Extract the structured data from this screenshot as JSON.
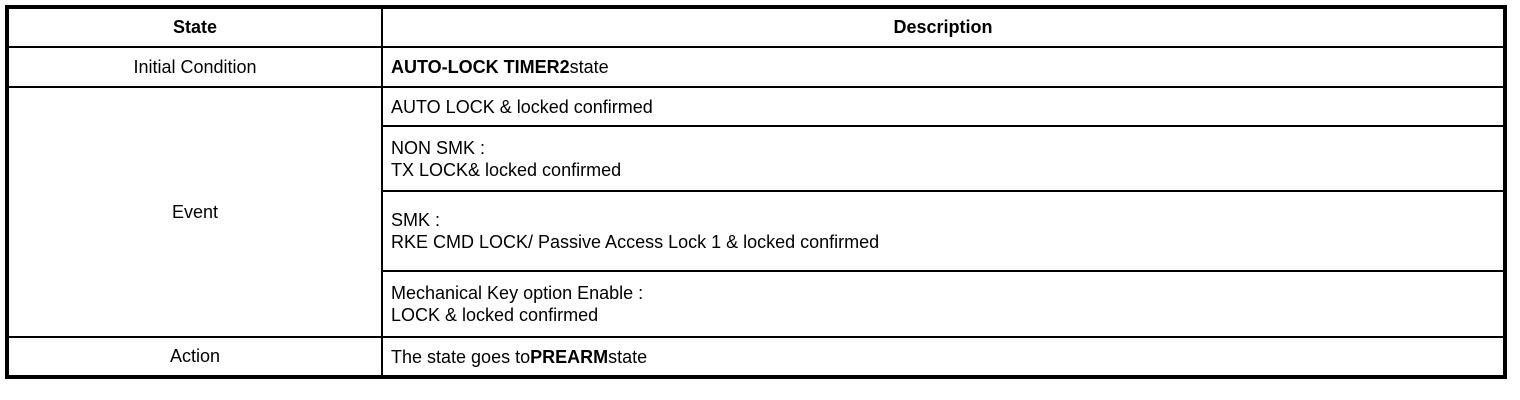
{
  "table": {
    "header": {
      "state": "State",
      "description": "Description"
    },
    "initial_condition": {
      "label": "Initial Condition",
      "description_bold": "AUTO-LOCK TIMER2",
      "description_rest": "state"
    },
    "event": {
      "label": "Event",
      "items": [
        {
          "line1": "AUTO LOCK & locked confirmed"
        },
        {
          "line1": "NON SMK :",
          "line2": "TX LOCK& locked confirmed"
        },
        {
          "line1": "SMK :",
          "line2": "RKE CMD LOCK/ Passive Access Lock 1 & locked confirmed"
        },
        {
          "line1": "Mechanical Key option Enable :",
          "line2": "LOCK & locked confirmed"
        }
      ]
    },
    "action": {
      "label": "Action",
      "description_prefix": "The state goes to",
      "description_bold": "PREARM",
      "description_suffix": "state"
    }
  }
}
